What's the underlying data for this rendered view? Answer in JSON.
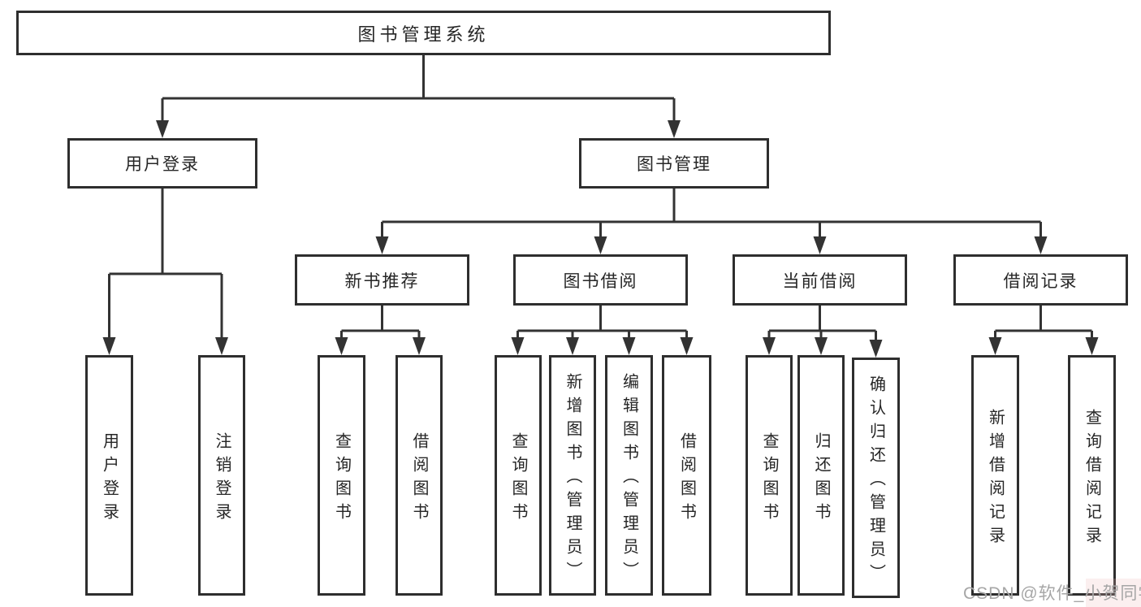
{
  "page": {
    "background": "#ffffff",
    "watermark": "CSDN @软件_小贺同学"
  },
  "colors": {
    "line": "#333333",
    "box_border": "#2e2e2e",
    "text": "#262626",
    "watermark": "#a6a6a6"
  },
  "diagram": {
    "type": "hierarchy-tree",
    "root": {
      "label": "图书管理系统"
    },
    "branches": [
      {
        "label": "用户登录",
        "leaves": [
          {
            "label": "用户登录"
          },
          {
            "label": "注销登录"
          }
        ]
      },
      {
        "label": "图书管理",
        "groups": [
          {
            "label": "新书推荐",
            "leaves": [
              {
                "label": "查询图书"
              },
              {
                "label": "借阅图书"
              }
            ]
          },
          {
            "label": "图书借阅",
            "leaves": [
              {
                "label": "查询图书"
              },
              {
                "label": "新增图书（管理员）"
              },
              {
                "label": "编辑图书（管理员）"
              },
              {
                "label": "借阅图书"
              }
            ]
          },
          {
            "label": "当前借阅",
            "leaves": [
              {
                "label": "查询图书"
              },
              {
                "label": "归还图书"
              },
              {
                "label": "确认归还（管理员）"
              }
            ]
          },
          {
            "label": "借阅记录",
            "leaves": [
              {
                "label": "新增借阅记录"
              },
              {
                "label": "查询借阅记录"
              }
            ]
          }
        ]
      }
    ]
  }
}
